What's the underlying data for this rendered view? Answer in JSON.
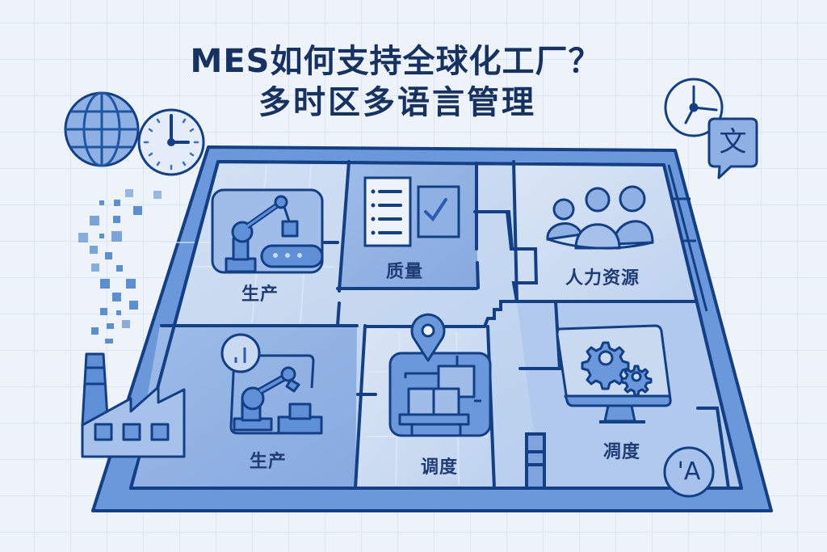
{
  "title": {
    "line1": "MES如何支持全球化工厂？",
    "line2": "多时区多语言管理"
  },
  "rooms": [
    {
      "id": "production-top",
      "label": "生产",
      "icon": "robot-arm-conveyor-icon"
    },
    {
      "id": "quality",
      "label": "质量",
      "icon": "checklist-icon"
    },
    {
      "id": "hr",
      "label": "人力资源",
      "icon": "people-group-icon"
    },
    {
      "id": "production-bottom",
      "label": "生产",
      "icon": "robot-arm-chart-icon"
    },
    {
      "id": "scheduling",
      "label": "调度",
      "icon": "location-pin-boxes-icon"
    },
    {
      "id": "scheduling-monitor",
      "label": "凋度",
      "icon": "monitor-gears-icon"
    }
  ],
  "decorations": {
    "translate_glyph": "文",
    "language_badge": "'A",
    "icons": [
      "globe-icon",
      "clock-icon",
      "clock-icon",
      "translate-bubble-icon",
      "factory-icon",
      "language-a-icon",
      "pixel-data-particles"
    ]
  },
  "colors": {
    "background": "#eef3fa",
    "grid": "#dce6f3",
    "title": "#163263",
    "outline": "#123f86",
    "wall": "#5f8fd6",
    "room_light": "#c8d9f0",
    "room_mid": "#a7c2ea",
    "room_dark": "#8eb0e2"
  }
}
